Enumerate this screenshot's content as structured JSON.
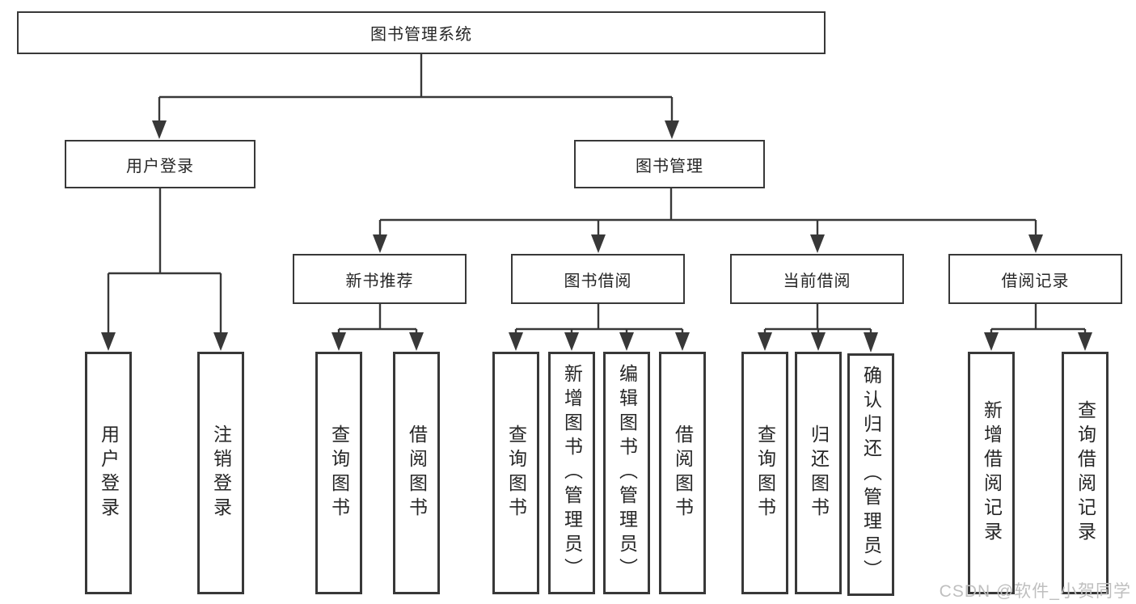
{
  "diagram": {
    "root": {
      "label": "图书管理系统"
    },
    "level2": [
      {
        "label": "用户登录"
      },
      {
        "label": "图书管理"
      }
    ],
    "level3": [
      {
        "label": "新书推荐"
      },
      {
        "label": "图书借阅"
      },
      {
        "label": "当前借阅"
      },
      {
        "label": "借阅记录"
      }
    ],
    "leaves": [
      {
        "label": "用户登录"
      },
      {
        "label": "注销登录"
      },
      {
        "label": "查询图书"
      },
      {
        "label": "借阅图书"
      },
      {
        "label": "查询图书"
      },
      {
        "label": "新增图书（管理员）"
      },
      {
        "label": "编辑图书（管理员）"
      },
      {
        "label": "借阅图书"
      },
      {
        "label": "查询图书"
      },
      {
        "label": "归还图书"
      },
      {
        "label": "确认归还（管理员）"
      },
      {
        "label": "新增借阅记录"
      },
      {
        "label": "查询借阅记录"
      }
    ],
    "watermark": "CSDN @软件_小贺同学",
    "colors": {
      "line": "#383838",
      "text": "#262626",
      "background": "#ffffff",
      "watermark": "#bfbfbf"
    }
  }
}
